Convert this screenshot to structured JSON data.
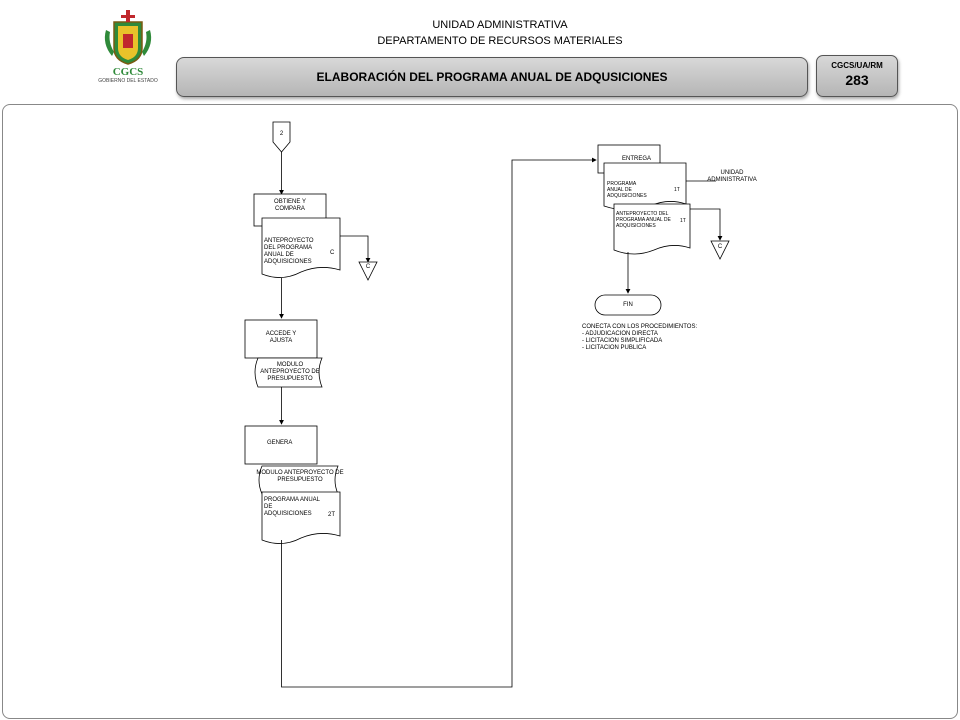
{
  "header": {
    "line1": "UNIDAD ADMINISTRATIVA",
    "line2": "DEPARTAMENTO DE RECURSOS MATERIALES",
    "title": "ELABORACIÓN DEL PROGRAMA ANUAL DE ADQUSICIONES",
    "code": "CGCS/UA/RM",
    "page_number": "283"
  },
  "logo": {
    "text": "CGCS",
    "subtext": "GOBIERNO DEL ESTADO"
  },
  "colors": {
    "logo_green": "#2f8a3a",
    "logo_yellow": "#e9c22a",
    "logo_red": "#c0282d",
    "title_bar": "#c4c4c4"
  },
  "flow": {
    "connector_top": "2",
    "step1": {
      "label": "OBTIENE Y COMPARA",
      "doc": "ANTEPROYECTO DEL PROGRAMA ANUAL DE ADQUISICIONES",
      "doc_mark": "C",
      "archive": "C"
    },
    "step2": {
      "label": "ACCEDE Y AJUSTA",
      "module": "MODULO ANTEPROYECTO DE PRESUPUESTO"
    },
    "step3": {
      "label": "GENERA",
      "module": "MODULO ANTEPROYECTO DE PRESUPUESTO",
      "doc": "PROGRAMA ANUAL DE ADQUISICIONES",
      "doc_mark": "2T"
    },
    "step4": {
      "label": "ENTREGA",
      "doc1": "PROGRAMA ANUAL DE ADQUISICIONES",
      "doc1_mark": "1T",
      "doc2": "ANTEPROYECTO DEL PROGRAMA ANUAL DE ADQUISICIONES",
      "doc2_mark": "1T",
      "destination": "UNIDAD ADMINISTRATIVA",
      "archive": "C"
    },
    "end": "FIN",
    "note_title": "CONECTA CON LOS PROCEDIMIENTOS:",
    "note_items": [
      "- ADJUDICACION DIRECTA",
      "- LICITACION SIMPLIFICADA",
      "- LICITACION PUBLICA"
    ]
  }
}
